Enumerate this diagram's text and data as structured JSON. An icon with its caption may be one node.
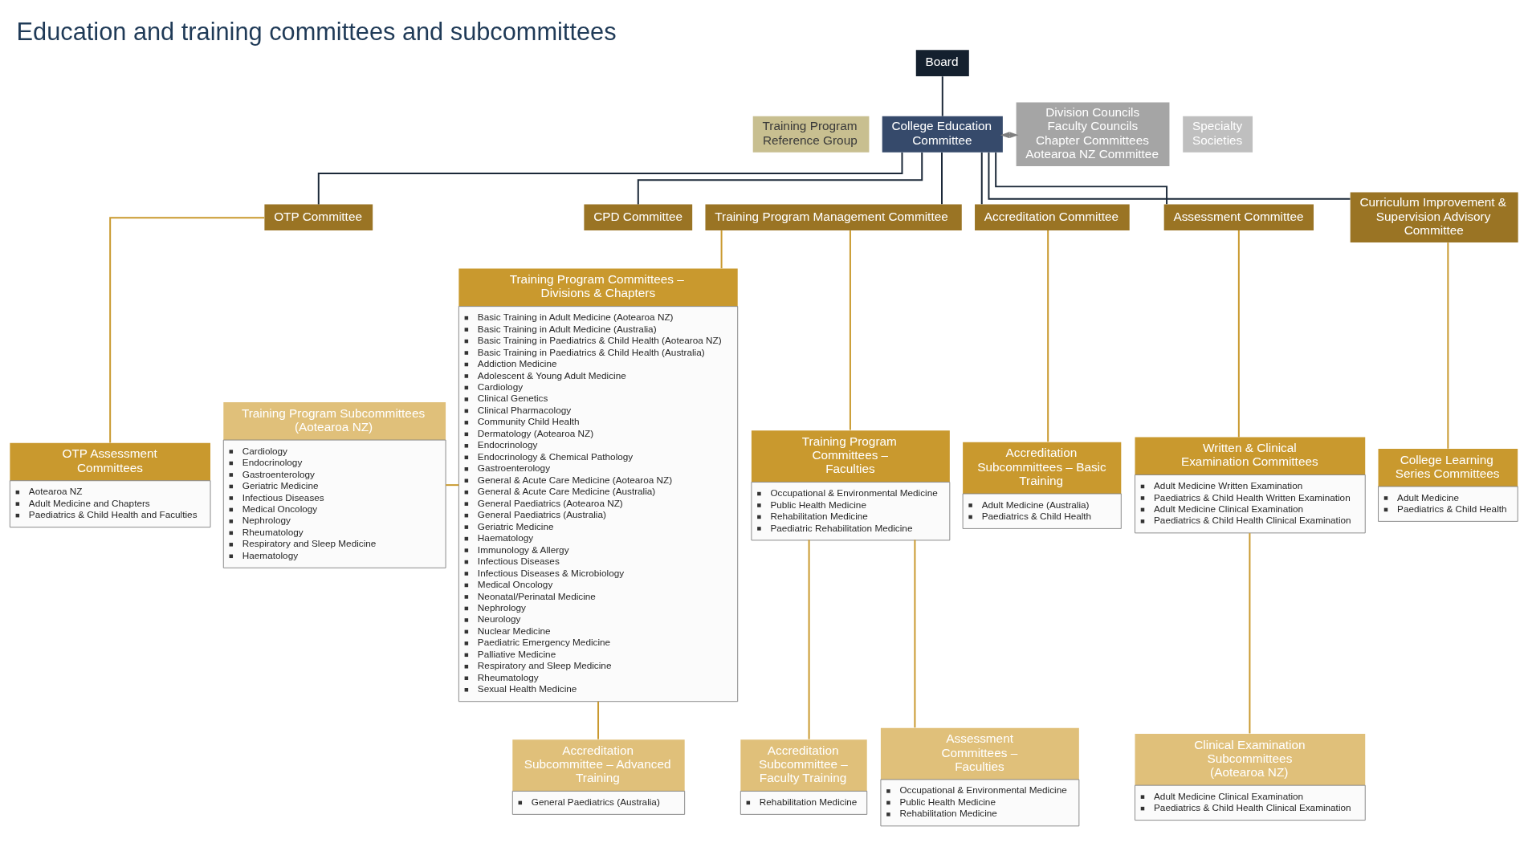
{
  "diagram": {
    "title": "Education and training committees and subcommittees",
    "nodes": [
      {
        "text": [
          "Board"
        ]
      },
      {
        "text": [
          "Training Program Reference Group"
        ]
      },
      {
        "text": [
          "College Education Committee"
        ]
      },
      {
        "text": [
          "Division Councils",
          "Faculty Councils",
          "Chapter Committees",
          "Aotearoa NZ Committee"
        ]
      },
      {
        "text": [
          "Specialty Societies"
        ]
      },
      {
        "text": [
          "OTP Committee"
        ]
      },
      {
        "text": [
          "CPD Committee"
        ]
      },
      {
        "text": [
          "Training Program Management Committee"
        ]
      },
      {
        "text": [
          "Accreditation Committee"
        ]
      },
      {
        "text": [
          "Assessment Committee"
        ]
      },
      {
        "text": [
          "Curriculum Improvement & Supervision Advisory Committee"
        ]
      },
      {
        "text": [
          "OTP Assessment Committees",
          "Aotearoa NZ",
          "Adult Medicine and Chapters",
          "Paediatrics & Child Health and Faculties"
        ]
      },
      {
        "text": [
          "Training Program Committees – Divisions & Chapters",
          "Basic Training in Adult Medicine (Aotearoa NZ)",
          "Basic Training in Adult Medicine (Australia)",
          "Basic Training in Paediatrics & Child Health (Aotearoa NZ)",
          "Basic Training in Paediatrics & Child Health (Australia)",
          "Addiction Medicine",
          "Adolescent & Young Adult Medicine",
          "Cardiology",
          "Clinical Genetics",
          "Clinical Pharmacology",
          "Community Child Health",
          "Dermatology (Aotearoa NZ)",
          "Endocrinology",
          "Endocrinology & Chemical Pathology",
          "Gastroenterology",
          "General & Acute Care Medicine (Aotearoa NZ)",
          "General & Acute Care Medicine (Australia)",
          "General Paediatrics (Aotearoa NZ)",
          "General Paediatrics (Australia)",
          "Geriatric Medicine",
          "Haematology",
          "Immunology & Allergy",
          "Infectious Diseases",
          "Infectious Diseases & Microbiology",
          "Medical Oncology",
          "Neonatal/Perinatal Medicine",
          "Nephrology",
          "Neurology",
          "Nuclear Medicine",
          "Paediatric Emergency Medicine",
          "Palliative Medicine",
          "Respiratory and Sleep Medicine",
          "Rheumatology",
          "Sexual Health Medicine"
        ]
      },
      {
        "text": [
          "Training Program Committees – Faculties",
          "Occupational & Environmental Medicine",
          "Public Health Medicine",
          "Rehabilitation Medicine",
          "Paediatric Rehabilitation Medicine"
        ]
      },
      {
        "text": [
          "Accreditation Subcommittees – Basic Training",
          "Adult Medicine (Australia)",
          "Paediatrics & Child Health"
        ]
      },
      {
        "text": [
          "Written & Clinical Examination Committees",
          "Adult Medicine Written Examination",
          "Paediatrics & Child Health Written Examination",
          "Adult Medicine Clinical Examination",
          "Paediatrics & Child Health Clinical Examination"
        ]
      },
      {
        "text": [
          "College Learning Series Committees",
          "Adult Medicine",
          "Paediatrics & Child Health"
        ]
      },
      {
        "text": [
          "Training Program Subcommittees (Aotearoa NZ)",
          "Cardiology",
          "Endocrinology",
          "Gastroenterology",
          "Geriatric Medicine",
          "Infectious Diseases",
          "Medical Oncology",
          "Nephrology",
          "Rheumatology",
          "Respiratory and Sleep Medicine",
          "Haematology"
        ]
      },
      {
        "text": [
          "Accreditation Subcommittee – Advanced Training",
          "General Paediatrics (Australia)"
        ]
      },
      {
        "text": [
          "Accreditation Subcommittee – Faculty Training",
          "Rehabilitation Medicine"
        ]
      },
      {
        "text": [
          "Assessment Committees – Faculties",
          "Occupational & Environmental Medicine",
          "Public Health Medicine",
          "Rehabilitation Medicine"
        ]
      },
      {
        "text": [
          "Clinical Examination Subcommittees (Aotearoa NZ)",
          "Adult Medicine Clinical Examination",
          "Paediatrics & Child Health Clinical Examination"
        ]
      }
    ],
    "edges": [
      {
        "from": 0,
        "to": 2,
        "arrow": "none",
        "color": "#1b2838"
      },
      {
        "from": 2,
        "to": 3,
        "arrow": "both",
        "style": "dashed",
        "color": "#7f7f7f"
      },
      {
        "from": 2,
        "to": 5,
        "arrow": "none",
        "color": "#1b2838"
      },
      {
        "from": 2,
        "to": 6,
        "arrow": "none",
        "color": "#1b2838"
      },
      {
        "from": 2,
        "to": 7,
        "arrow": "none",
        "color": "#1b2838"
      },
      {
        "from": 2,
        "to": 8,
        "arrow": "none",
        "color": "#1b2838"
      },
      {
        "from": 2,
        "to": 9,
        "arrow": "none",
        "color": "#1b2838"
      },
      {
        "from": 2,
        "to": 10,
        "arrow": "none",
        "color": "#1b2838"
      },
      {
        "from": 5,
        "to": 11,
        "arrow": "none"
      },
      {
        "from": 7,
        "to": 12,
        "arrow": "none"
      },
      {
        "from": 7,
        "to": 13,
        "arrow": "none"
      },
      {
        "from": 8,
        "to": 14,
        "arrow": "none"
      },
      {
        "from": 9,
        "to": 15,
        "arrow": "none"
      },
      {
        "from": 10,
        "to": 16,
        "arrow": "none"
      },
      {
        "from": 17,
        "to": 12,
        "arrow": "none"
      },
      {
        "from": 12,
        "to": 18,
        "arrow": "none"
      },
      {
        "from": 13,
        "to": 19,
        "arrow": "none"
      },
      {
        "from": 13,
        "to": 20,
        "arrow": "none"
      },
      {
        "from": 15,
        "to": 21,
        "arrow": "none"
      }
    ]
  }
}
